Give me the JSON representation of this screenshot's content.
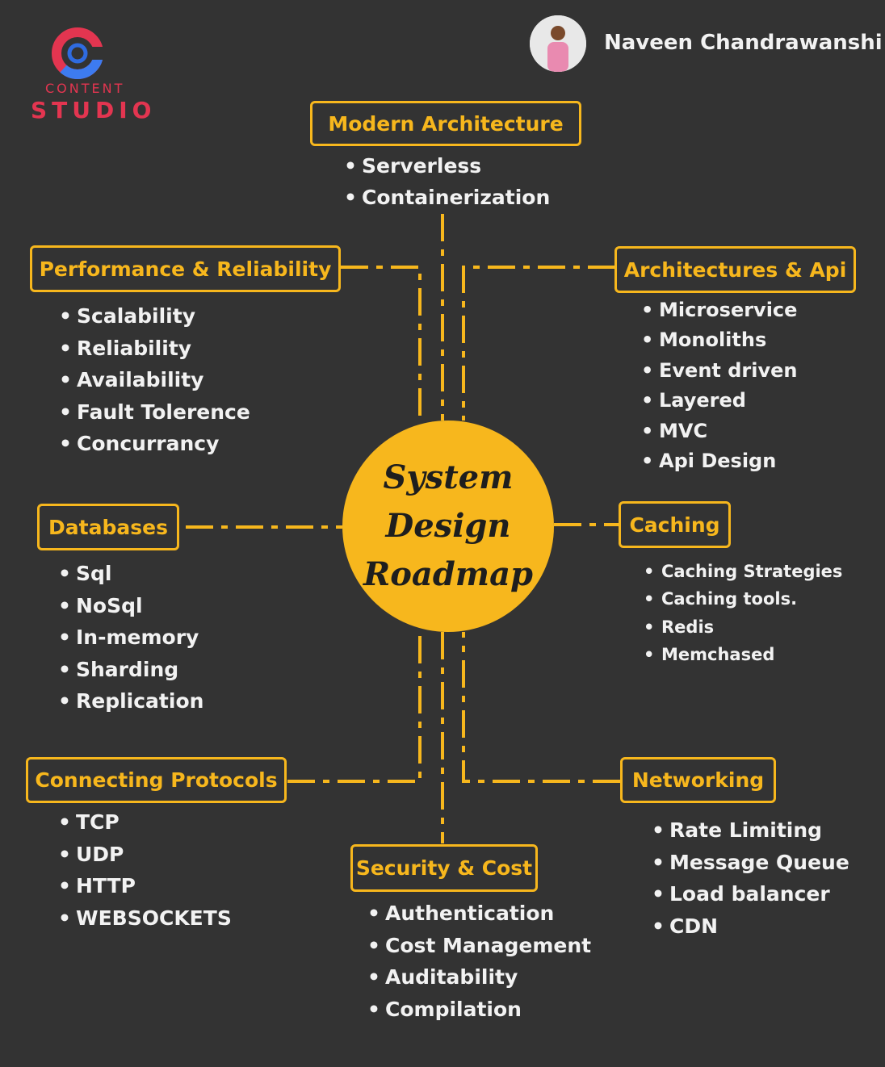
{
  "author": {
    "name": "Naveen Chandrawanshi"
  },
  "brand": {
    "line1": "CONTENT",
    "line2": "STUDIO"
  },
  "center": {
    "line1": "System",
    "line2": "Design",
    "line3": "Roadmap"
  },
  "colors": {
    "accent": "#F7B71D",
    "background": "#333333",
    "text": "#F2F2F2",
    "brand": "#E33550"
  },
  "nodes": {
    "modern_architecture": {
      "title": "Modern Architecture",
      "items": [
        "Serverless",
        "Containerization"
      ]
    },
    "performance": {
      "title": "Performance & Reliability",
      "items": [
        "Scalability",
        "Reliability",
        "Availability",
        "Fault Tolerence",
        "Concurrancy"
      ]
    },
    "architectures_api": {
      "title": "Architectures & Api",
      "items": [
        "Microservice",
        "Monoliths",
        "Event driven",
        "Layered",
        "MVC",
        "Api Design"
      ]
    },
    "databases": {
      "title": "Databases",
      "items": [
        "Sql",
        "NoSql",
        "In-memory",
        "Sharding",
        "Replication"
      ]
    },
    "caching": {
      "title": "Caching",
      "items": [
        "Caching Strategies",
        "Caching tools.",
        "Redis",
        "Memchased"
      ]
    },
    "connecting_protocols": {
      "title": "Connecting Protocols",
      "items": [
        "TCP",
        "UDP",
        "HTTP",
        "WEBSOCKETS"
      ]
    },
    "networking": {
      "title": "Networking",
      "items": [
        "Rate Limiting",
        "Message Queue",
        "Load balancer",
        "CDN"
      ]
    },
    "security_cost": {
      "title": "Security & Cost",
      "items": [
        "Authentication",
        "Cost Management",
        "Auditability",
        "Compilation"
      ]
    }
  }
}
